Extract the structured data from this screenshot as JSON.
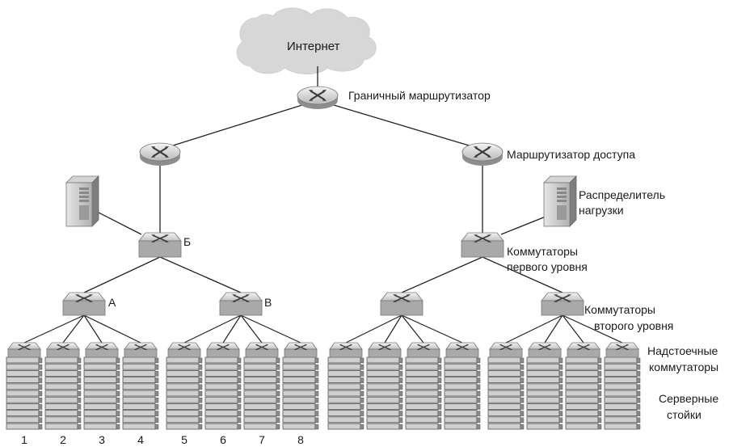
{
  "internet_label": "Интернет",
  "border_router_label": "Граничный маршрутизатор",
  "access_router_label": "Маршрутизатор доступа",
  "load_balancer_label_line1": "Распределитель",
  "load_balancer_label_line2": "нагрузки",
  "tier1_label_line1": "Коммутаторы",
  "tier1_label_line2": "первого уровня",
  "tier2_label_line1": "Коммутаторы",
  "tier2_label_line2": "второго уровня",
  "tor_label_line1": "Надстоечные",
  "tor_label_line2": "коммутаторы",
  "racks_label_line1": "Серверные",
  "racks_label_line2": "стойки",
  "switch_b_label": "Б",
  "switch_a_label": "А",
  "switch_v_label": "В",
  "rack_numbers": [
    "1",
    "2",
    "3",
    "4",
    "5",
    "6",
    "7",
    "8"
  ]
}
